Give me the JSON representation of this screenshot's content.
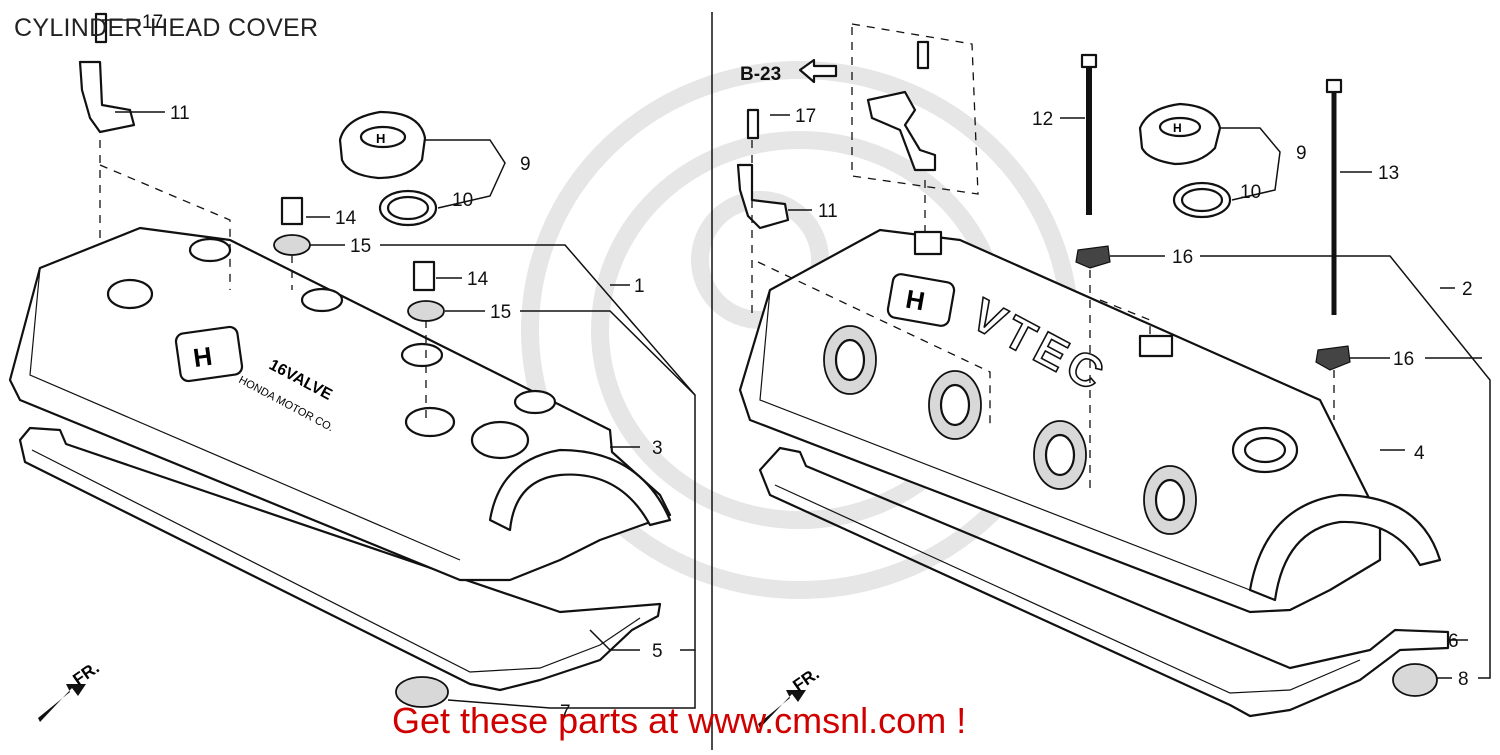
{
  "title": "CYLINDER HEAD COVER",
  "footer": "Get these parts at www.cmsnl.com !",
  "reference": "B-23",
  "front_label": "FR.",
  "left_cover_labels": {
    "line1": "16VALVE",
    "line2": "HONDA MOTOR CO."
  },
  "right_cover_label": "VTEC",
  "part_numbers": {
    "p1": "1",
    "p2": "2",
    "p3": "3",
    "p4": "4",
    "p5": "5",
    "p6": "6",
    "p7": "7",
    "p8": "8",
    "p9_left": "9",
    "p9_right": "9",
    "p10_left": "10",
    "p10_right": "10",
    "p11_left": "11",
    "p11_right": "11",
    "p12": "12",
    "p13": "13",
    "p14_a": "14",
    "p14_b": "14",
    "p15_a": "15",
    "p15_b": "15",
    "p16_a": "16",
    "p16_b": "16",
    "p17_left": "17",
    "p17_right": "17"
  },
  "colors": {
    "line": "#111111",
    "footer_text": "#d00000",
    "watermark": "#e6e6e6"
  }
}
